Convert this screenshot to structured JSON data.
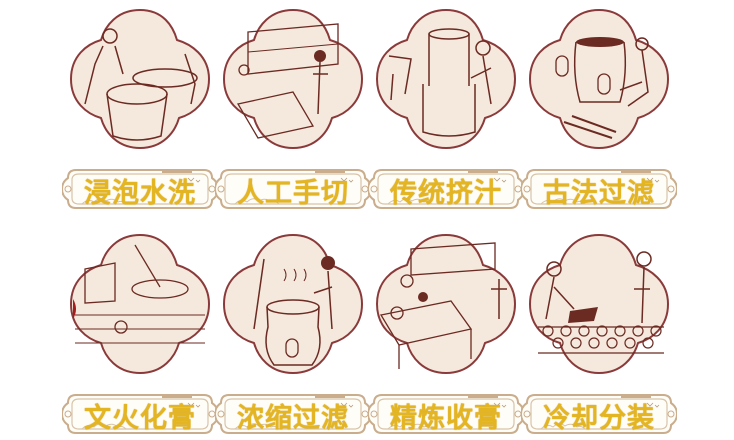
{
  "colors": {
    "frame_border": "#8a3a3a",
    "frame_fill": "#f5e8dc",
    "line_art": "#6b2a22",
    "plaque_border": "#c9ad8c",
    "plaque_fill": "#fffdf8",
    "label_text": "#e4b523"
  },
  "steps": [
    {
      "label": "浸泡水洗",
      "scene": "soaking-washing-illustration"
    },
    {
      "label": "人工手切",
      "scene": "manual-cutting-illustration"
    },
    {
      "label": "传统挤汁",
      "scene": "juice-pressing-illustration"
    },
    {
      "label": "古法过滤",
      "scene": "filtering-illustration"
    },
    {
      "label": "文火化膏",
      "scene": "simmering-paste-illustration"
    },
    {
      "label": "浓缩过滤",
      "scene": "concentrating-filtering-illustration"
    },
    {
      "label": "精炼收膏",
      "scene": "refining-paste-illustration"
    },
    {
      "label": "冷却分装",
      "scene": "cooling-packaging-illustration"
    }
  ]
}
